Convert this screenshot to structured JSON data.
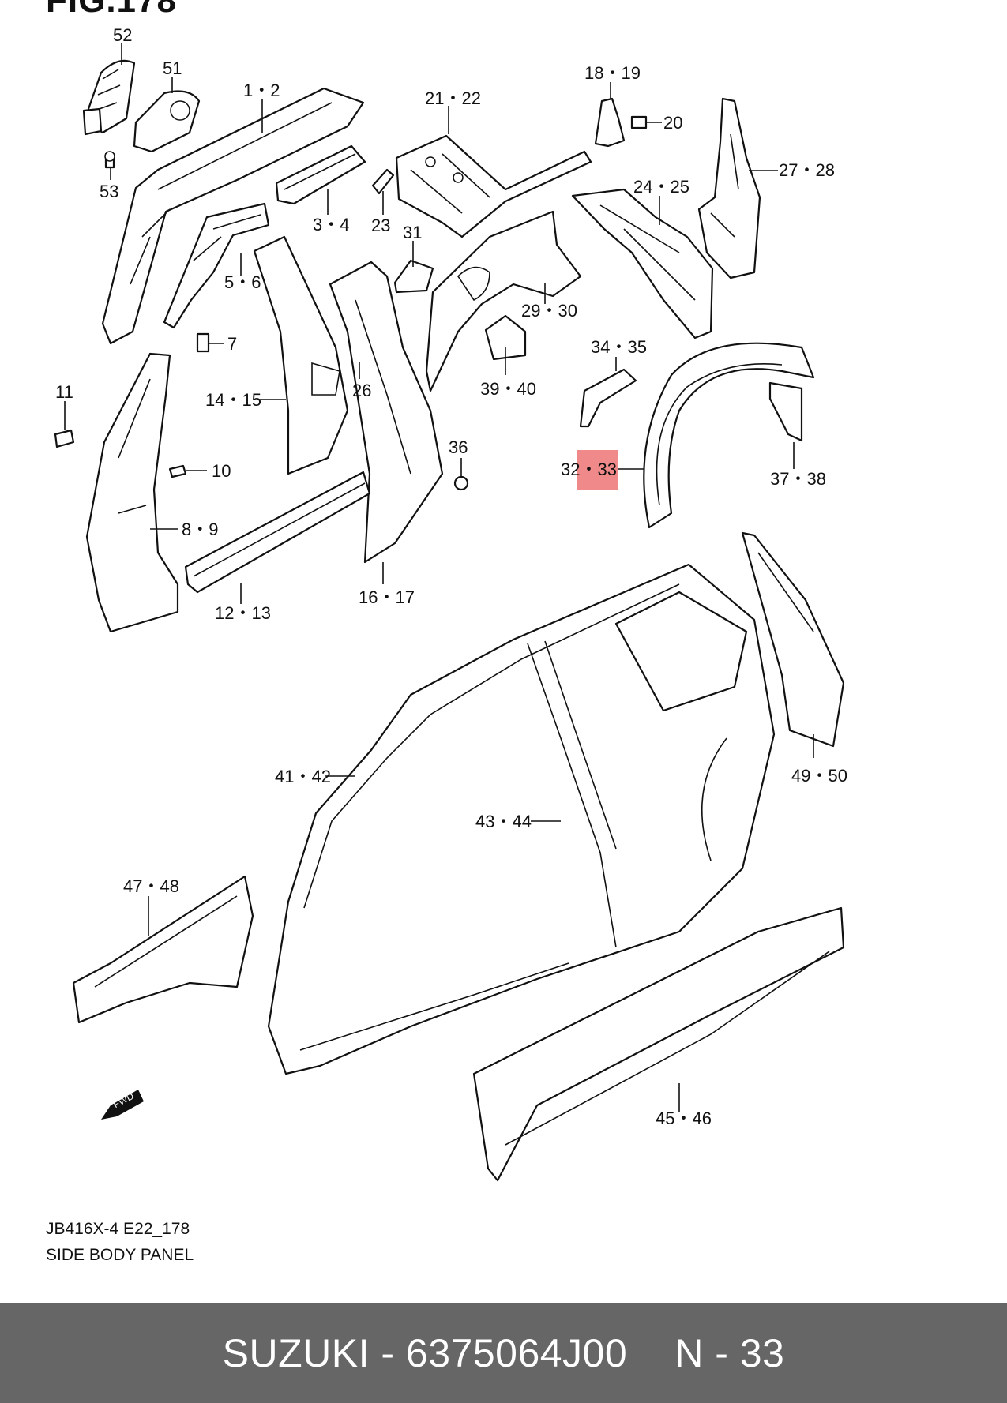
{
  "figure_title": "FIG.178",
  "diagram_code": "JB416X-4 E22_178",
  "diagram_title": "SIDE BODY PANEL",
  "fwd_label": "FWD",
  "footer": {
    "part_info": "SUZUKI - 6375064J00",
    "ref": "N - 33"
  },
  "highlight_color": "#f08a8a",
  "labels": {
    "l52": "52",
    "l51": "51",
    "l12": "1・2",
    "l2122": "21・22",
    "l1819": "18・19",
    "l20": "20",
    "l2728": "27・28",
    "l53": "53",
    "l34": "3・4",
    "l23": "23",
    "l2425": "24・25",
    "l31": "31",
    "l56": "5・6",
    "l2930": "29・30",
    "l7": "7",
    "l3435": "34・35",
    "l3940": "39・40",
    "l1415": "14・15",
    "l26": "26",
    "l11": "11",
    "l36": "36",
    "l3233": "32・33",
    "l3738": "37・38",
    "l10": "10",
    "l89": "8・9",
    "l1213": "12・13",
    "l1617": "16・17",
    "l4950": "49・50",
    "l4142": "41・42",
    "l4344": "43・44",
    "l4748": "47・48",
    "l4546": "45・46"
  }
}
